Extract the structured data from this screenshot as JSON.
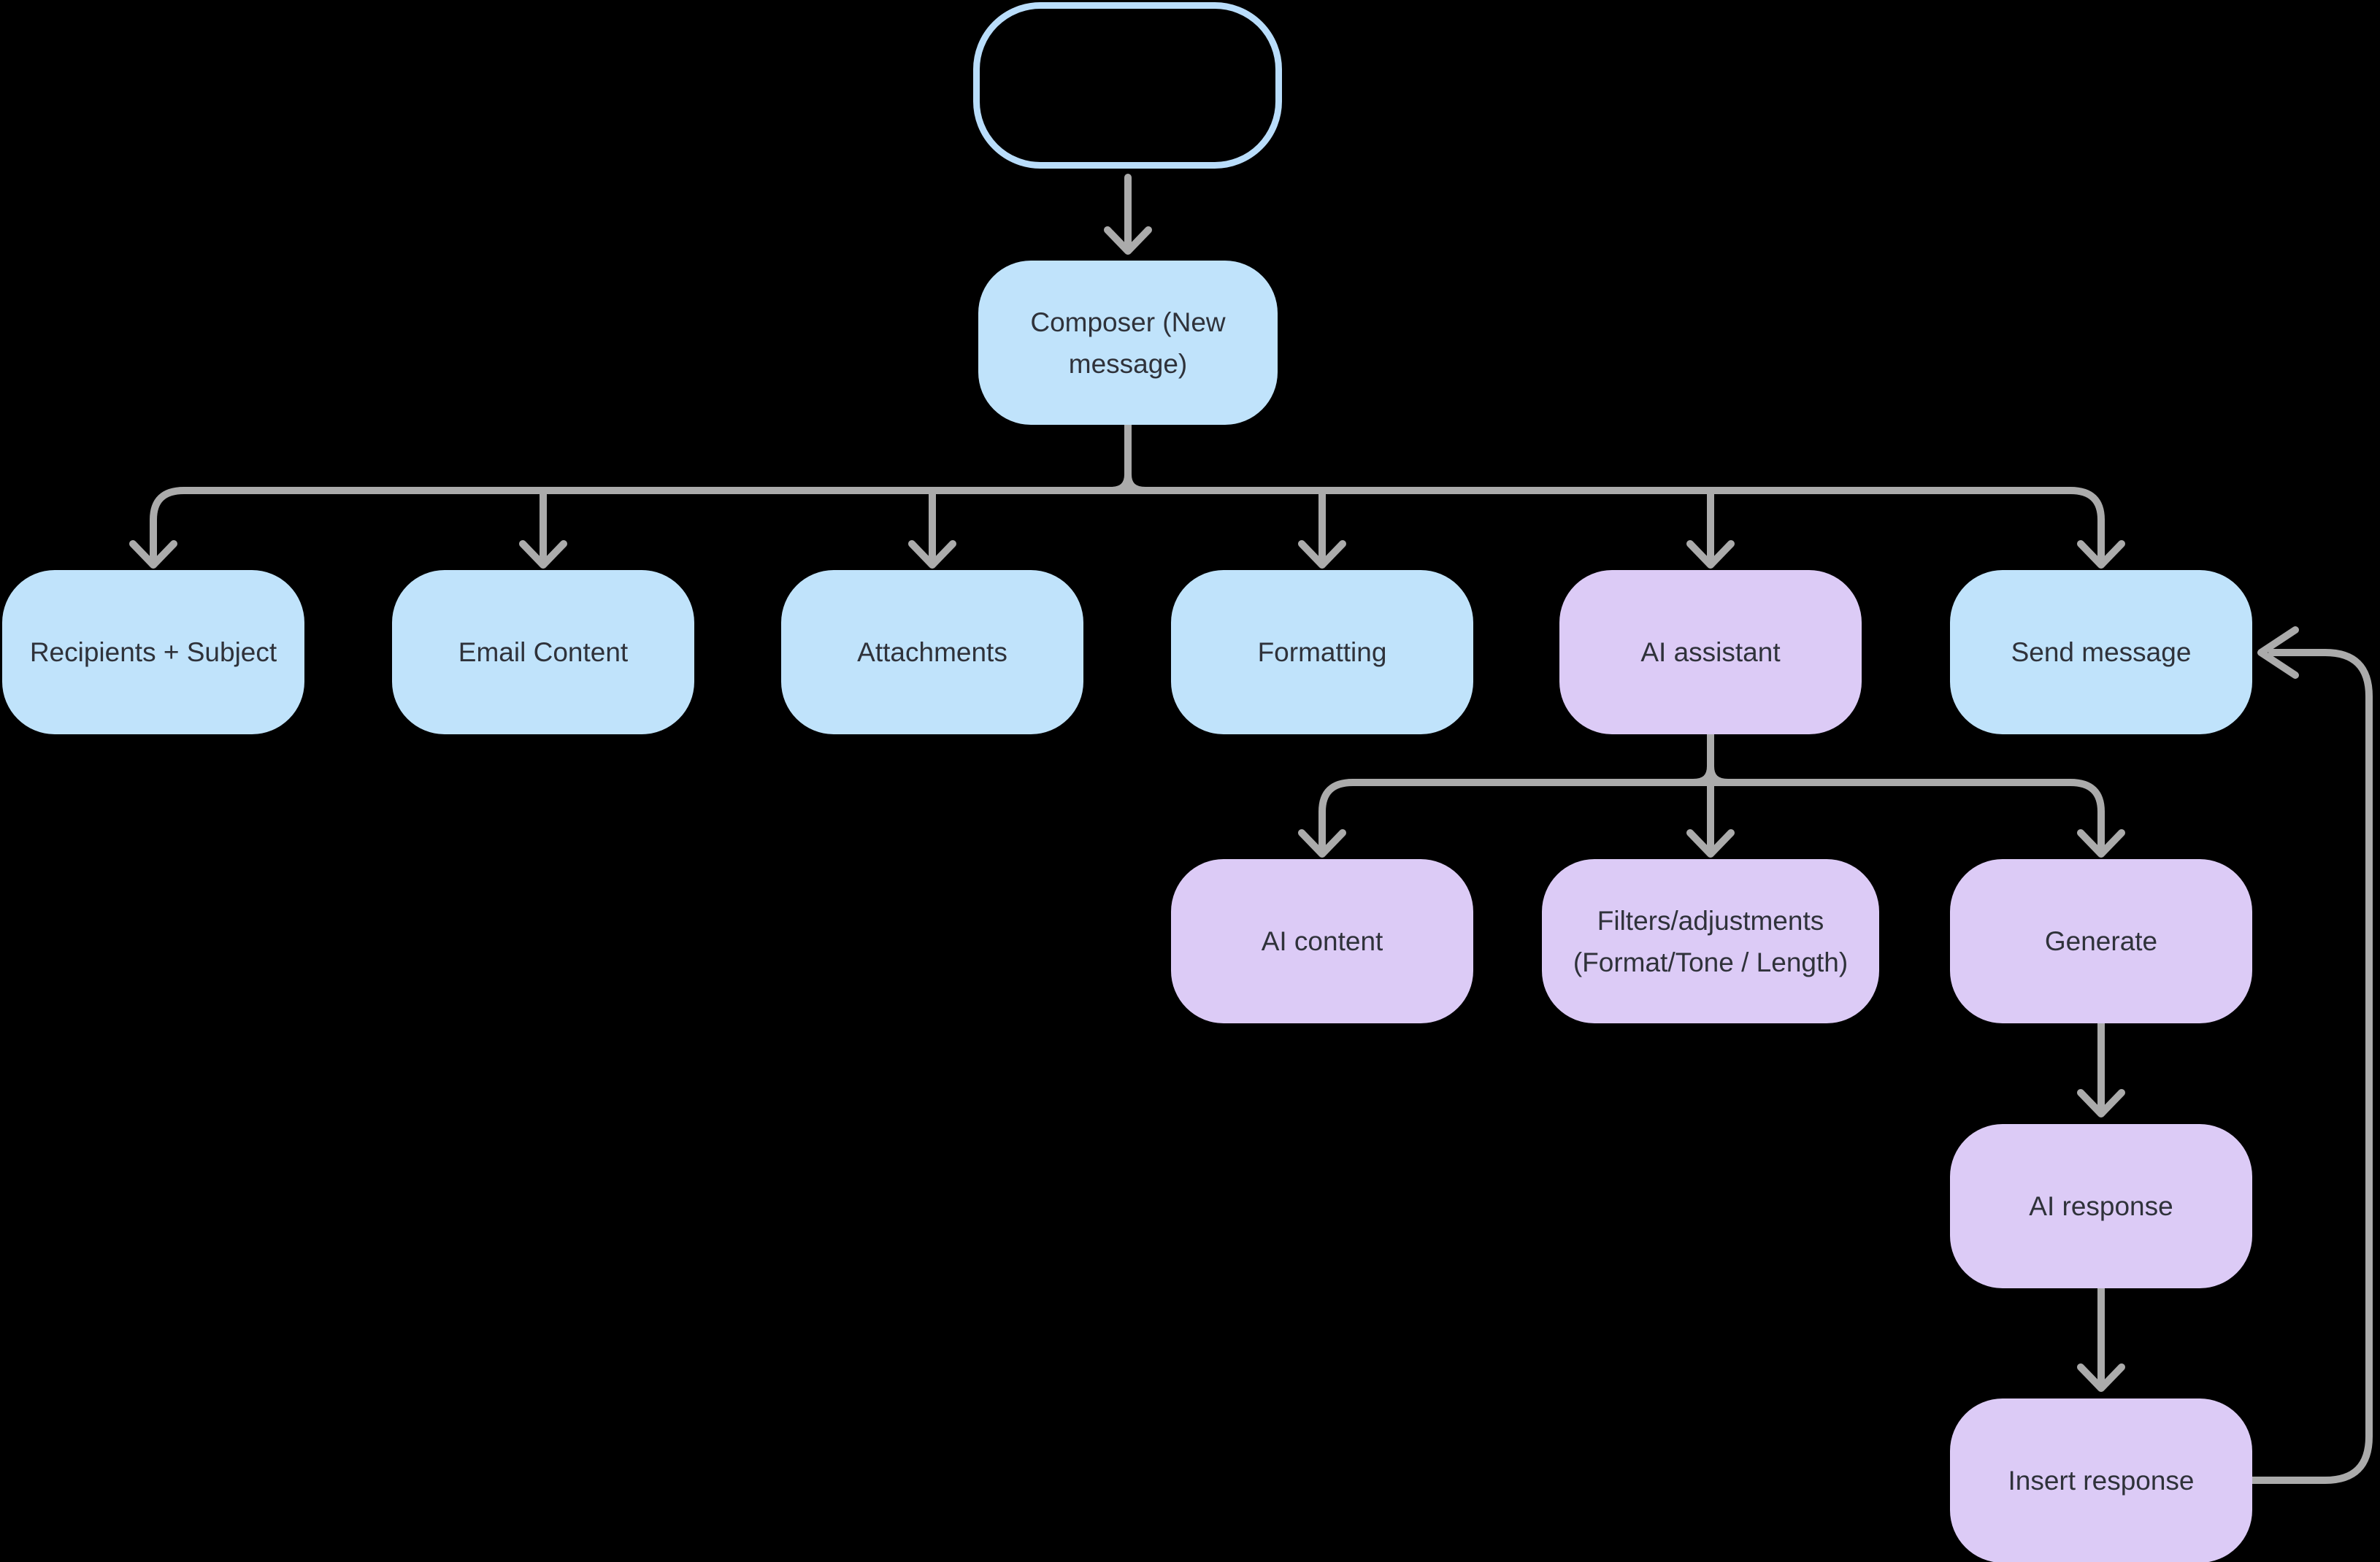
{
  "colors": {
    "background": "#000000",
    "blue_fill": "#C0E3FB",
    "purple_fill": "#DCCBF6",
    "outline_stroke": "#B9DDFB",
    "connector": "#ABABAB",
    "text": "#2F323A"
  },
  "nodes": {
    "start": {
      "label": "",
      "variant": "outline-blue"
    },
    "composer": {
      "label": "Composer (New message)",
      "variant": "blue"
    },
    "recipients": {
      "label": "Recipients + Subject",
      "variant": "blue"
    },
    "email_content": {
      "label": "Email Content",
      "variant": "blue"
    },
    "attachments": {
      "label": "Attachments",
      "variant": "blue"
    },
    "formatting": {
      "label": "Formatting",
      "variant": "blue"
    },
    "ai_assistant": {
      "label": "AI assistant",
      "variant": "purple"
    },
    "send_message": {
      "label": "Send message",
      "variant": "blue"
    },
    "ai_content": {
      "label": "AI content",
      "variant": "purple"
    },
    "filters": {
      "label": "Filters/adjustments (Format/Tone / Length)",
      "variant": "purple"
    },
    "generate": {
      "label": "Generate",
      "variant": "purple"
    },
    "ai_response": {
      "label": "AI response",
      "variant": "purple"
    },
    "insert_response": {
      "label": "Insert response",
      "variant": "purple"
    }
  },
  "edges": [
    {
      "from": "start",
      "to": "composer"
    },
    {
      "from": "composer",
      "to": "recipients"
    },
    {
      "from": "composer",
      "to": "email_content"
    },
    {
      "from": "composer",
      "to": "attachments"
    },
    {
      "from": "composer",
      "to": "formatting"
    },
    {
      "from": "composer",
      "to": "ai_assistant"
    },
    {
      "from": "composer",
      "to": "send_message"
    },
    {
      "from": "ai_assistant",
      "to": "ai_content"
    },
    {
      "from": "ai_assistant",
      "to": "filters"
    },
    {
      "from": "ai_assistant",
      "to": "generate"
    },
    {
      "from": "generate",
      "to": "ai_response"
    },
    {
      "from": "ai_response",
      "to": "insert_response"
    },
    {
      "from": "insert_response",
      "to": "send_message"
    }
  ]
}
